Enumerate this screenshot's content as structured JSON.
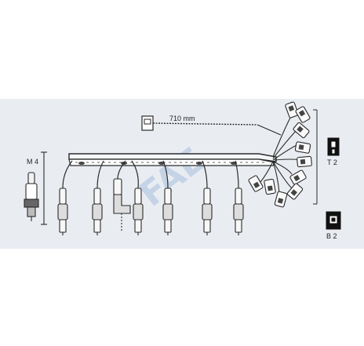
{
  "labels": {
    "length": "710 mm",
    "spark_plug_thread": "M 4",
    "connector_top": "T 2",
    "connector_bottom": "B 2"
  },
  "watermark": "FAE",
  "colors": {
    "panel_background": "#e9edf2",
    "line_art": "#2a2a2a",
    "watermark": "#b9cbe3"
  }
}
